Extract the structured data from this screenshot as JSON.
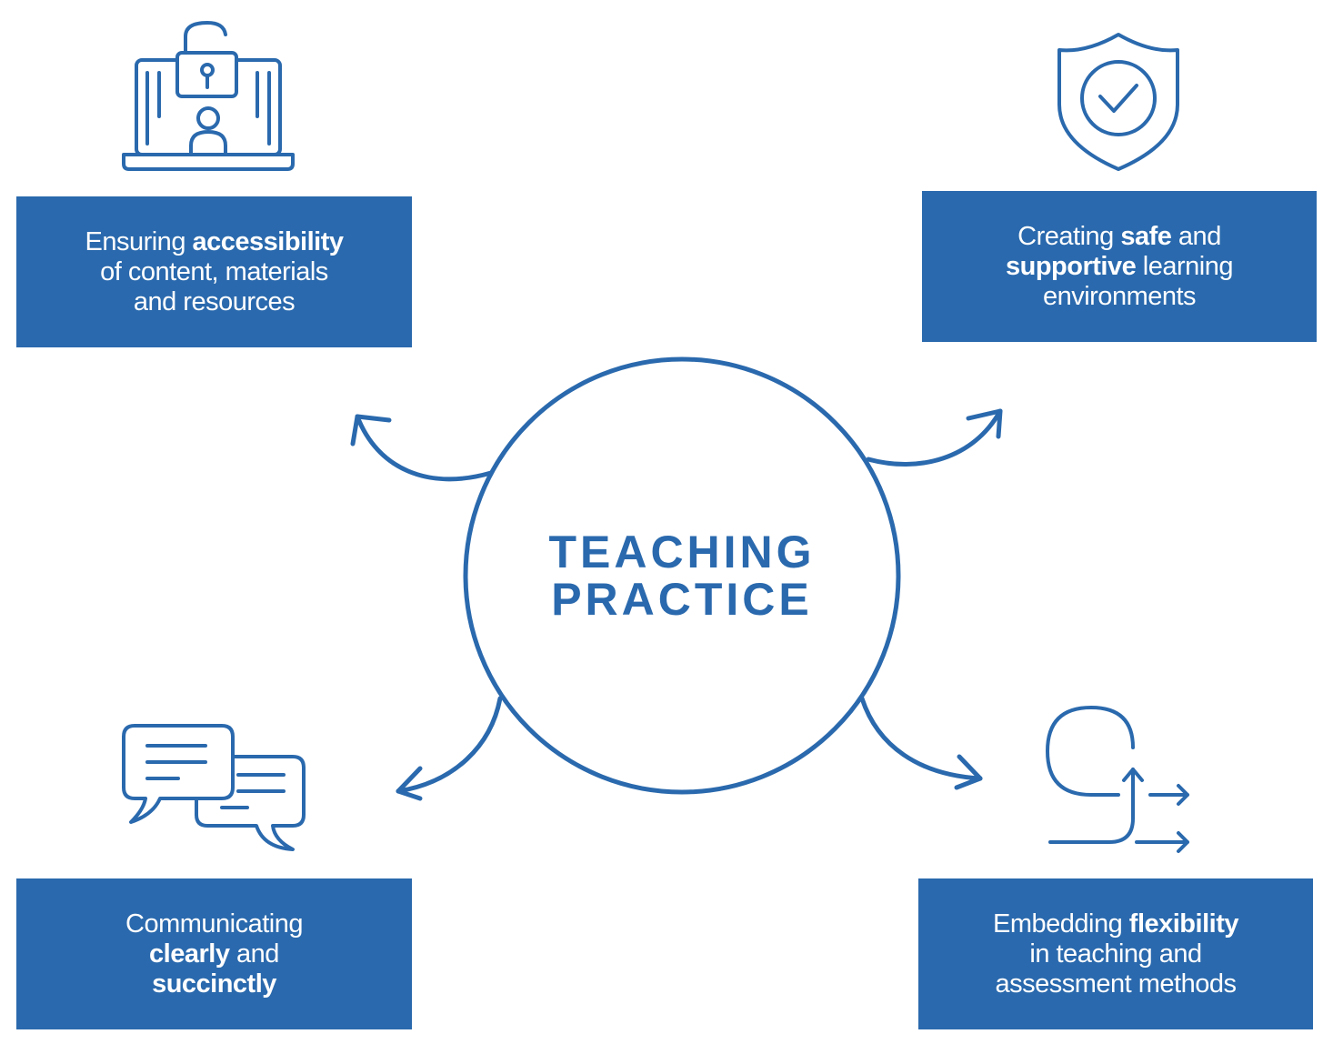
{
  "center": {
    "line1": "TEACHING",
    "line2": "PRACTICE"
  },
  "boxes": {
    "top_left": {
      "l1_pre": "Ensuring ",
      "l1_bold": "accessibility",
      "l2": "of content, materials",
      "l3": "and resources",
      "icon": "laptop-lock-user-icon"
    },
    "top_right": {
      "l1_pre": "Creating ",
      "l1_bold": "safe",
      "l1_post": " and",
      "l2_bold": "supportive",
      "l2_post": " learning",
      "l3": "environments",
      "icon": "shield-check-icon"
    },
    "bottom_left": {
      "l1": "Communicating",
      "l2_bold": "clearly",
      "l2_post": " and",
      "l3_bold": "succinctly",
      "icon": "chat-bubbles-icon"
    },
    "bottom_right": {
      "l1_pre": "Embedding ",
      "l1_bold": "flexibility",
      "l2": "in teaching and",
      "l3": "assessment methods",
      "icon": "loop-arrows-icon"
    }
  },
  "colors": {
    "primary": "#2a69ad",
    "box_text": "#ffffff",
    "background": "#ffffff"
  }
}
